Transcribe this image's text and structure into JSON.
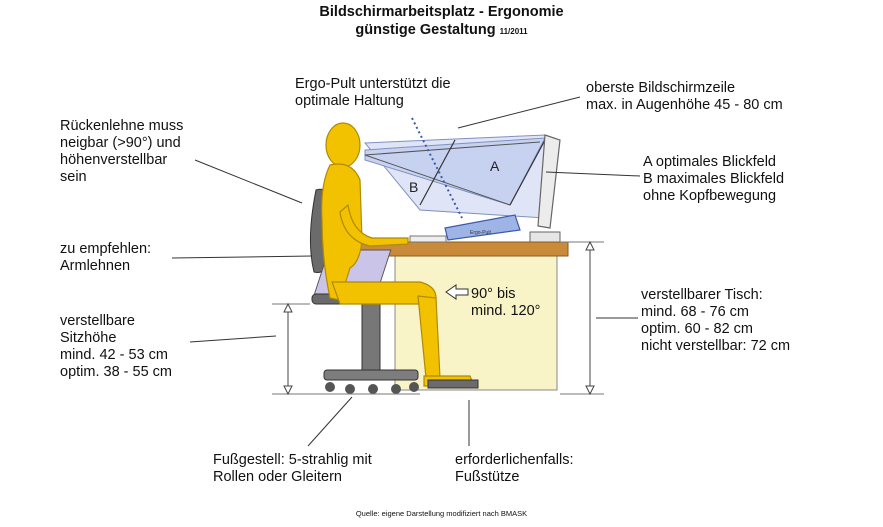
{
  "title": {
    "line1": "Bildschirmarbeitsplatz - Ergonomie",
    "line2": "günstige Gestaltung",
    "date": "11/2011"
  },
  "labels": {
    "ergo_pult": "Ergo-Pult unterstützt die\noptimale Haltung",
    "oberste_zeile": "oberste Bildschirmzeile\nmax. in Augenhöhe 45 - 80 cm",
    "rueckenlehne": "Rückenlehne muss\nneigbar (>90°) und\nhöhenverstellbar\nsein",
    "blickfeld": "A optimales Blickfeld\nB maximales Blickfeld\nohne Kopfbewegung",
    "armlehnen": "zu empfehlen:\nArmlehnen",
    "winkel": "90° bis\nmind. 120°",
    "sitzhoehe": "verstellbare\nSitzhöhe\nmind. 42 - 53 cm\noptim. 38 - 55 cm",
    "tisch": "verstellbarer Tisch:\nmind. 68 - 76 cm\noptim. 60 - 82 cm\nnicht verstellbar: 72 cm",
    "fussgestell": "Fußgestell: 5-strahlig mit\nRollen oder Gleitern",
    "fussstuetze": "erforderlichenfalls:\nFußstütze",
    "quelle": "Quelle: eigene Darstellung modifiziert nach BMASK"
  },
  "figure": {
    "label_a": "A",
    "label_b": "B",
    "pult_label": "Ergo-Pult"
  },
  "colors": {
    "person": "#f2c200",
    "person_stroke": "#b08a00",
    "desk_top": "#c98a3a",
    "desk_body": "#f8f4c8",
    "view_field": "#cdd7f2",
    "chair": "#6b6b6b",
    "armrest": "#c9c4e8"
  }
}
